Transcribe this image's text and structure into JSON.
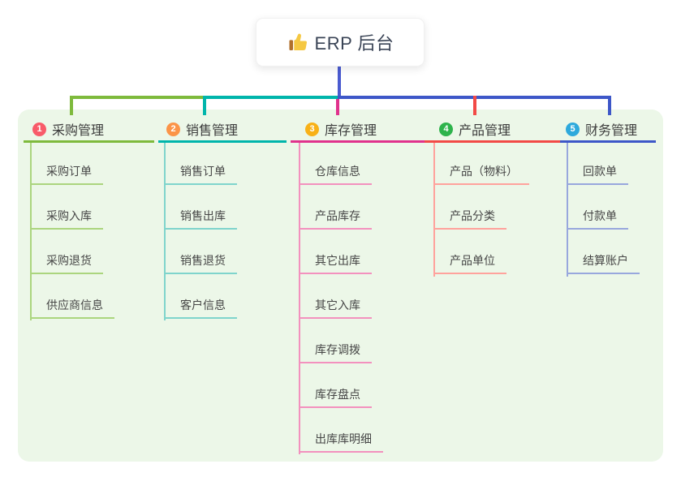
{
  "root": {
    "label": "ERP 后台",
    "icon": "thumbs-up-icon"
  },
  "colors": {
    "panel_background": "#ecf7e8",
    "root_connector": "#4a5bd0",
    "branch_1": "#7eba3c",
    "branch_1_light": "#abd57e",
    "badge_1": "#f85b69",
    "branch_2": "#00b5ab",
    "branch_2_light": "#7fd4cc",
    "badge_2": "#fb9447",
    "branch_3": "#e0328c",
    "branch_3_light": "#f391be",
    "badge_3": "#f8b117",
    "branch_4": "#f24a46",
    "branch_4_light": "#ffa29c",
    "badge_4": "#2eb34c",
    "branch_5": "#3d57c8",
    "branch_5_light": "#98a7dd",
    "badge_5": "#2ea9dc"
  },
  "branches": [
    {
      "badge": "1",
      "label": "采购管理",
      "children": [
        "采购订单",
        "采购入库",
        "采购退货",
        "供应商信息"
      ]
    },
    {
      "badge": "2",
      "label": "销售管理",
      "children": [
        "销售订单",
        "销售出库",
        "销售退货",
        "客户信息"
      ]
    },
    {
      "badge": "3",
      "label": "库存管理",
      "children": [
        "仓库信息",
        "产品库存",
        "其它出库",
        "其它入库",
        "库存调拨",
        "库存盘点",
        "出库库明细"
      ]
    },
    {
      "badge": "4",
      "label": "产品管理",
      "children": [
        "产品（物料）",
        "产品分类",
        "产品单位"
      ]
    },
    {
      "badge": "5",
      "label": "财务管理",
      "children": [
        "回款单",
        "付款单",
        "结算账户"
      ]
    }
  ]
}
